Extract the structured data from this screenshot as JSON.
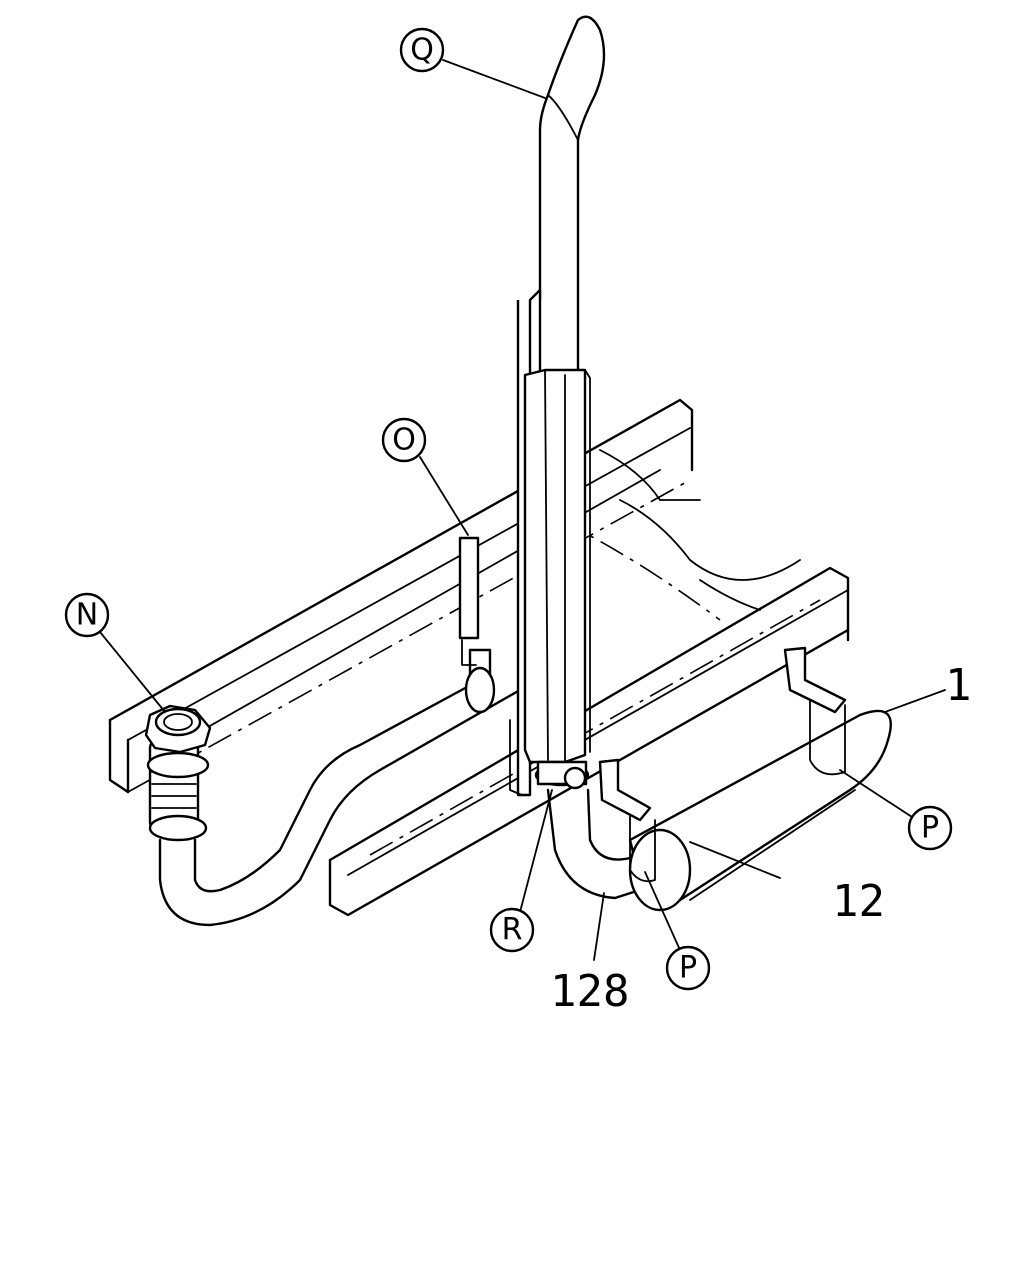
{
  "callouts": {
    "Q": "Q",
    "O": "O",
    "N": "N",
    "P_upper": "P",
    "P_lower": "P",
    "R": "R"
  },
  "part_numbers": {
    "muffler_bracket": "1",
    "muffler": "12",
    "bent_pipe": "128"
  }
}
